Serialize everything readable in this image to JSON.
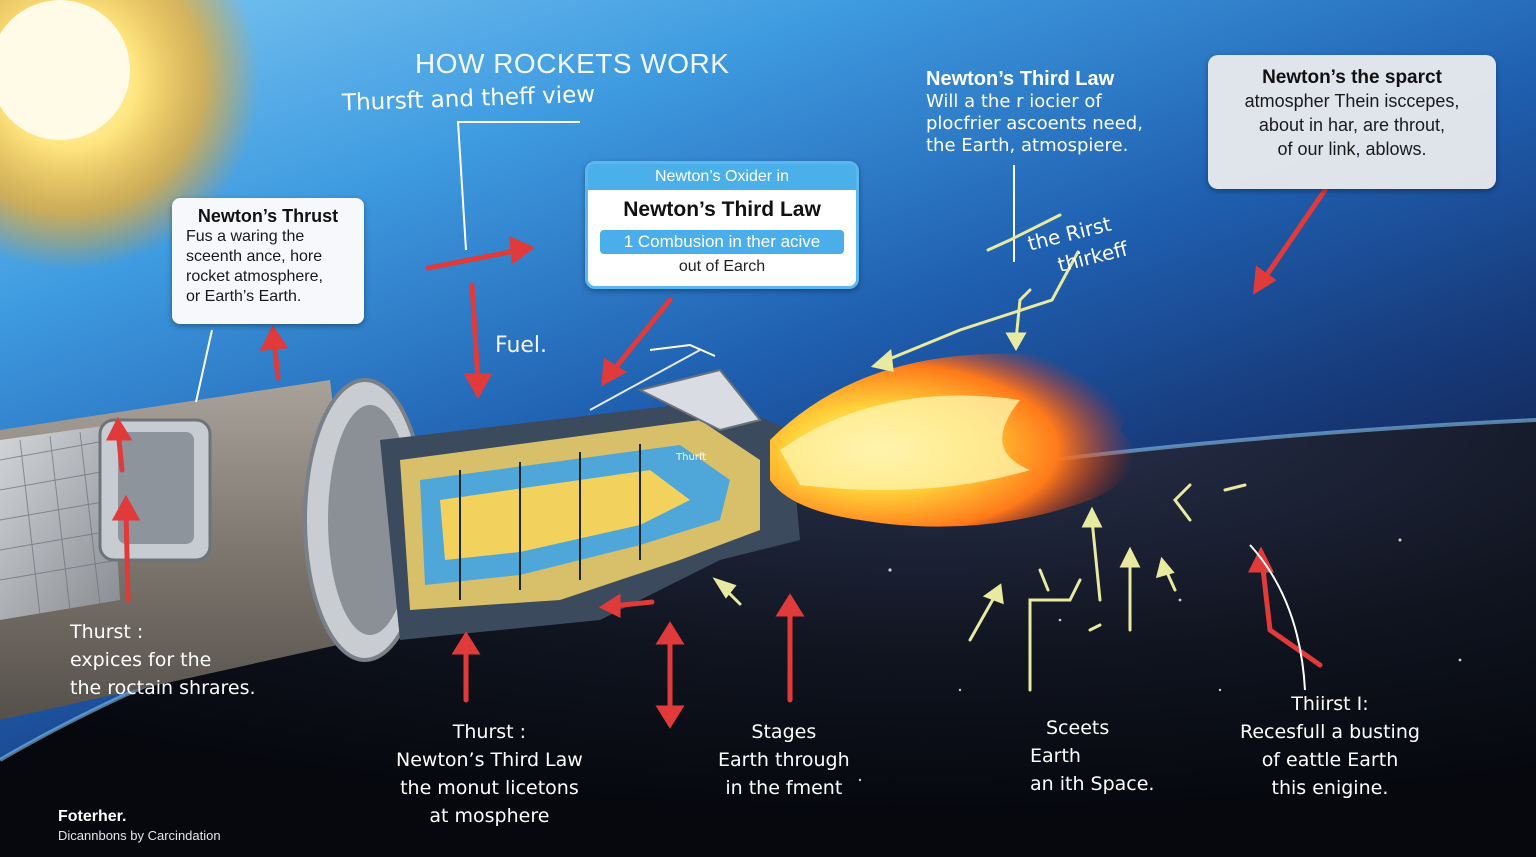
{
  "title": "HOW ROCKETS WORK",
  "subtitle": "Thursft and theff view",
  "cards": {
    "thrust": {
      "heading": "Newton’s Thrust",
      "lines": [
        "Fus a waring the",
        "sceenth ance, hore",
        "rocket atmosphere,",
        "or Earth’s Earth."
      ]
    },
    "center": {
      "top": "Newton’s Oxider in",
      "heading": "Newton’s Third Law",
      "pill": "1 Combusion in ther acive",
      "bottom": "out of Earch"
    },
    "newton_right": {
      "heading": "Newton’s Third Law",
      "lines": [
        "Will a the r iocier of",
        "plocfrier ascoents need,",
        "the Earth, atmospiere."
      ]
    },
    "sparct": {
      "heading": "Newton’s the sparct",
      "lines": [
        "atmospher Thein isccepes,",
        "about in har, are throut,",
        "of our link, ablows."
      ]
    }
  },
  "labels": {
    "fuel": "Fuel.",
    "first": [
      "the Rirst",
      "thirkeff"
    ],
    "engine_tag": "Thurft"
  },
  "annotations": {
    "left": [
      "Thurst :",
      "expices for the",
      "the roctain shrares."
    ],
    "mid1": [
      "Thurst  :",
      "Newton’s Third Law",
      "the monut licetons",
      "at mosphere"
    ],
    "mid2": [
      "Stages",
      "Earth through",
      "in the fment"
    ],
    "right1": [
      "Sceets",
      "Earth",
      "an ith Space."
    ],
    "right2": [
      "Thiirst I:",
      "Recesfull a busting",
      "of eattle Earth",
      "this enigine."
    ]
  },
  "credit": {
    "name": "Foterher.",
    "line": "Dicannbons by Carcindation"
  },
  "colors": {
    "arrow_red": "#e03a3a",
    "arrow_yellow": "#e6e89a",
    "accent_blue": "#4bb0ea",
    "flame": "#ffb02e"
  }
}
